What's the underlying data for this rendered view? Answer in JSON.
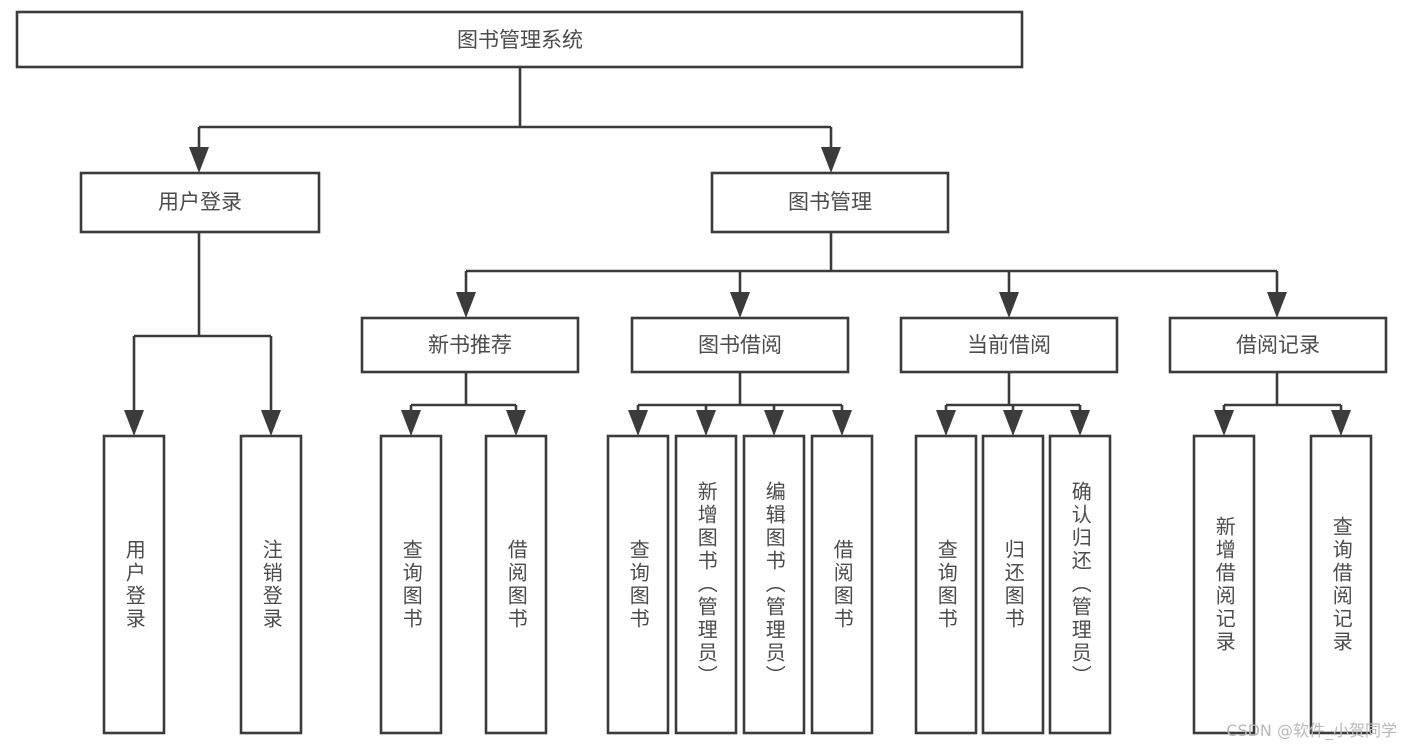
{
  "diagram": {
    "title": "图书管理系统",
    "type": "tree",
    "orientation": "top-down",
    "colors": {
      "box_stroke": "#3b3b3b",
      "box_fill": "#ffffff",
      "text": "#4c4c4c",
      "background": "#ffffff",
      "watermark": "#b9b9b9"
    },
    "root": {
      "id": "root",
      "label": "图书管理系统",
      "text_direction": "horizontal"
    },
    "level2": [
      {
        "id": "user-login",
        "label": "用户登录",
        "text_direction": "horizontal"
      },
      {
        "id": "book-manage",
        "label": "图书管理",
        "text_direction": "horizontal"
      }
    ],
    "level3": [
      {
        "id": "new-book-recommend",
        "label": "新书推荐",
        "parent": "book-manage",
        "text_direction": "horizontal"
      },
      {
        "id": "book-borrow",
        "label": "图书借阅",
        "parent": "book-manage",
        "text_direction": "horizontal"
      },
      {
        "id": "current-borrow",
        "label": "当前借阅",
        "parent": "book-manage",
        "text_direction": "horizontal"
      },
      {
        "id": "borrow-record",
        "label": "借阅记录",
        "parent": "book-manage",
        "text_direction": "horizontal"
      }
    ],
    "leaves": [
      {
        "id": "leaf-user-login",
        "label": "用户登录",
        "parent": "user-login",
        "text_direction": "vertical"
      },
      {
        "id": "leaf-user-logout",
        "label": "注销登录",
        "parent": "user-login",
        "text_direction": "vertical"
      },
      {
        "id": "leaf-query-book-1",
        "label": "查询图书",
        "parent": "new-book-recommend",
        "text_direction": "vertical"
      },
      {
        "id": "leaf-borrow-book-1",
        "label": "借阅图书",
        "parent": "new-book-recommend",
        "text_direction": "vertical"
      },
      {
        "id": "leaf-query-book-2",
        "label": "查询图书",
        "parent": "book-borrow",
        "text_direction": "vertical"
      },
      {
        "id": "leaf-add-book",
        "label": "新增图书（管理员）",
        "parent": "book-borrow",
        "text_direction": "vertical"
      },
      {
        "id": "leaf-edit-book",
        "label": "编辑图书（管理员）",
        "parent": "book-borrow",
        "text_direction": "vertical"
      },
      {
        "id": "leaf-borrow-book-2",
        "label": "借阅图书",
        "parent": "book-borrow",
        "text_direction": "vertical"
      },
      {
        "id": "leaf-query-book-3",
        "label": "查询图书",
        "parent": "current-borrow",
        "text_direction": "vertical"
      },
      {
        "id": "leaf-return-book",
        "label": "归还图书",
        "parent": "current-borrow",
        "text_direction": "vertical"
      },
      {
        "id": "leaf-confirm-return",
        "label": "确认归还（管理员）",
        "parent": "current-borrow",
        "text_direction": "vertical"
      },
      {
        "id": "leaf-add-record",
        "label": "新增借阅记录",
        "parent": "borrow-record",
        "text_direction": "vertical"
      },
      {
        "id": "leaf-query-record",
        "label": "查询借阅记录",
        "parent": "borrow-record",
        "text_direction": "vertical"
      }
    ],
    "watermark": "CSDN @软件_小贺同学"
  }
}
